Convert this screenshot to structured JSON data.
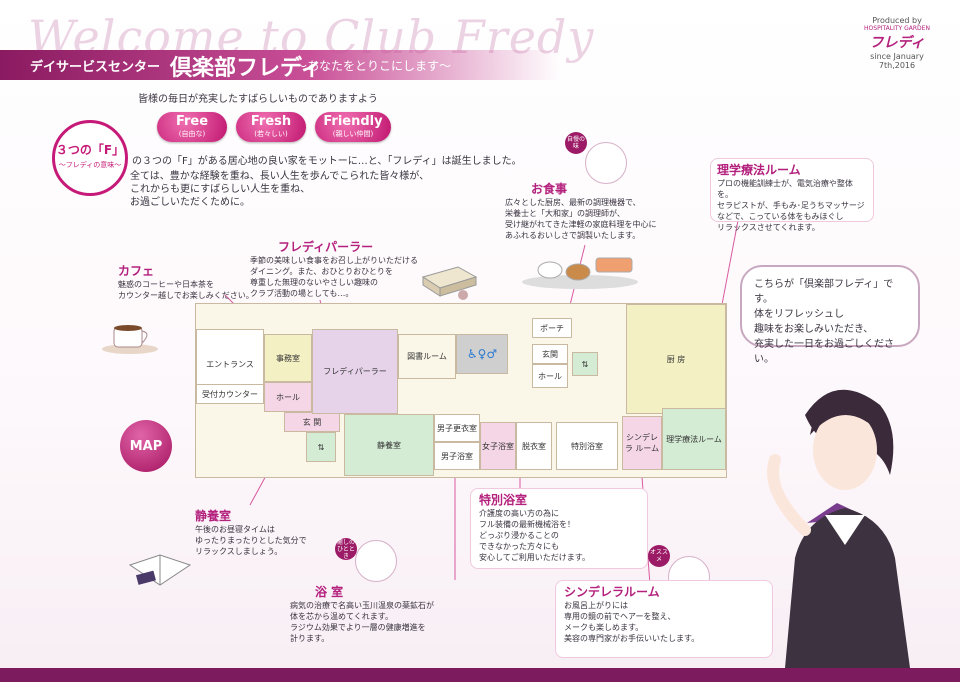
{
  "header": {
    "welcome": "Welcome to Club Fredy",
    "center_label": "デイサービスセンター",
    "name": "倶楽部フレディ",
    "subtitle": "～あなたをとりこにします～"
  },
  "brand": {
    "produced_by": "Produced by",
    "company": "HOSPITALITY GARDEN",
    "logo": "フレディ",
    "since": "since January 7th,2016"
  },
  "intro": {
    "line1": "皆様の毎日が充実したすばらしいものでありますよう",
    "three_f_title": "３つの「F」",
    "three_f_sub": "～フレディの意味～",
    "fs": [
      {
        "word": "Free",
        "meaning": "(自由な)"
      },
      {
        "word": "Fresh",
        "meaning": "(若々しい)"
      },
      {
        "word": "Friendly",
        "meaning": "(親しい仲間)"
      }
    ],
    "line2": "の３つの「F」がある居心地の良い家をモットーに…と、「フレディ」は誕生しました。",
    "line3": "全ては、豊かな経験を重ね、長い人生を歩んでこられた皆々様が、",
    "line4": "これからも更にすばらしい人生を重ね、",
    "line5": "お過ごしいただくために。"
  },
  "sections": {
    "cafe": {
      "title": "カフェ",
      "text1": "魅惑のコーヒーや日本茶を",
      "text2": "カウンター越しでお楽しみください。"
    },
    "parlor": {
      "title": "フレディパーラー",
      "text1": "季節の美味しい食事をお召し上がりいただける",
      "text2": "ダイニング。また、おひとりおひとりを",
      "text3": "尊重した無理のないやさしい趣味の",
      "text4": "クラブ活動の場としても…。"
    },
    "meal": {
      "badge": "自慢の味",
      "title": "お食事",
      "text1": "広々とした厨房、最新の調理機器で、",
      "text2": "栄養士と「大和家」の調理師が、",
      "text3": "受け継がれてきた津軽の家庭料理を中心に",
      "text4": "あふれるおいしさで調製いたします。"
    },
    "therapy": {
      "title": "理学療法ルーム",
      "text1": "プロの機能訓練士が、電気治療や整体を。",
      "text2": "セラピストが、手もみ･足うちマッサージ",
      "text3": "などで、こっている体をもみほぐし",
      "text4": "リラックスさせてくれます。"
    },
    "rest": {
      "title": "静養室",
      "text1": "午後のお昼寝タイムは",
      "text2": "ゆったりまったりとした気分で",
      "text3": "リラックスしましょう。"
    },
    "bath": {
      "badge": "癒しの ひととき",
      "title": "浴 室",
      "text1": "病気の治療で名高い玉川温泉の薬鉱石が",
      "text2": "体を芯から温めてくれます。",
      "text3": "ラジウム効果でより一層の健康増進を",
      "text4": "計ります。"
    },
    "special_bath": {
      "title": "特別浴室",
      "text1": "介護度の高い方の為に",
      "text2": "フル装備の最新機械浴を！",
      "text3": "どっぷり浸かることの",
      "text4": "できなかった方々にも",
      "text5": "安心してご利用いただけます。"
    },
    "cinderella": {
      "badge": "オススメ",
      "title": "シンデレラルーム",
      "text1": "お風呂上がりには",
      "text2": "専用の鏡の前でヘアーを整え、",
      "text3": "メークも楽しめます。",
      "text4": "美容の専門家がお手伝いいたします。"
    }
  },
  "bubble": {
    "l1": "こちらが「倶楽部フレディ」です。",
    "l2": "体をリフレッシュし",
    "l3": "趣味をお楽しみいただき、",
    "l4": "充実した一日をお過ごしください。"
  },
  "map": {
    "badge": "MAP",
    "rooms": {
      "entrance": "エントランス",
      "reception": "受付カウンター",
      "office": "事務室",
      "hall1": "ホール",
      "genkan1": "玄 関",
      "parlor": "フレディパーラー",
      "library": "図書ルーム",
      "porch": "ポーチ",
      "genkan2": "玄関",
      "hall2": "ホール",
      "kitchen": "厨 房",
      "rest": "静養室",
      "men_changing": "男子更衣室",
      "men_bath": "男子浴室",
      "women_bath": "女子浴室",
      "undress": "脱衣室",
      "special_bath": "特別浴室",
      "cinderella": "シンデレラ ルーム",
      "therapy": "理学療法ルーム"
    }
  },
  "colors": {
    "accent": "#b3217d",
    "footer": "#7c1b5e"
  }
}
